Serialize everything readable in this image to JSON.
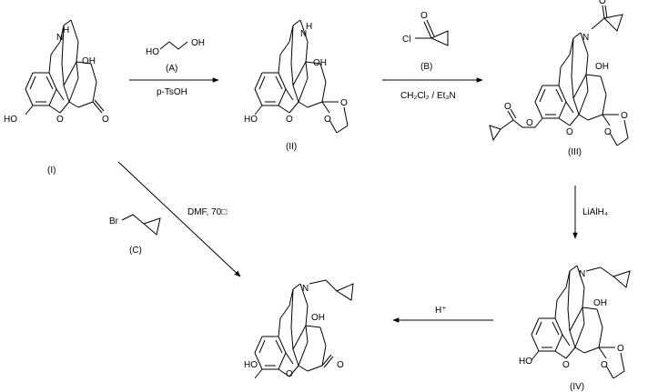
{
  "compounds": {
    "I": {
      "label": "(I)",
      "oh": "OH",
      "ho": "HO",
      "nh": "N",
      "h": "H",
      "o": "O",
      "ketone": "O"
    },
    "II": {
      "label": "(II)",
      "oh": "OH",
      "ho": "HO",
      "nh": "N",
      "h": "H",
      "o": "O",
      "ketal1": "O",
      "ketal2": "O"
    },
    "III": {
      "label": "(III)",
      "oh": "OH",
      "n": "N",
      "o": "O",
      "ketal1": "O",
      "ketal2": "O",
      "acyl_o": "O",
      "ester_o": "O",
      "ester_co": "O"
    },
    "IV": {
      "label": "(IV)",
      "oh": "OH",
      "ho": "HO",
      "n": "N",
      "o": "O",
      "ketal1": "O",
      "ketal2": "O"
    },
    "product": {
      "oh": "OH",
      "ho": "HO",
      "n": "N",
      "o": "O",
      "ketone": "O"
    }
  },
  "reagents": {
    "A": {
      "label": "(A)",
      "ho_left": "HO",
      "oh_right": "OH"
    },
    "B": {
      "label": "(B)",
      "cl": "Cl",
      "o": "O"
    },
    "C": {
      "label": "(C)",
      "br": "Br"
    }
  },
  "conditions": {
    "step1": "p-TsOH",
    "step2": "CH₂Cl₂ / Et₃N",
    "step3": "LiAlH₄",
    "step4": "H⁺",
    "direct": "DMF, 70□"
  }
}
